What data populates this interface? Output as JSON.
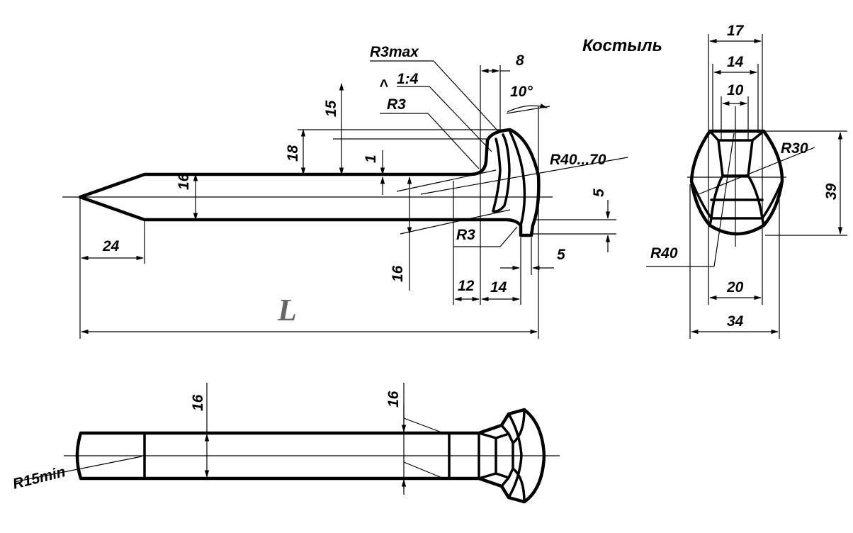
{
  "title": "Костыль",
  "side_view": {
    "d_15": "15",
    "d_18": "18",
    "d_1": "1",
    "d_16_shank": "16",
    "d_16_lower": "16",
    "d_24": "24",
    "d_L": "L",
    "d_12": "12",
    "d_14": "14",
    "d_8": "8",
    "d_5_right": "5",
    "d_5_bottom": "5",
    "d_angle": "10°",
    "d_R3max": "R3max",
    "d_taper": "1:4",
    "d_R3_top": "R3",
    "d_R3_bottom": "R3",
    "d_R40_70": "R40...70"
  },
  "end_view": {
    "d_17": "17",
    "d_14": "14",
    "d_10": "10",
    "d_R30": "R30",
    "d_39": "39",
    "d_R40": "R40",
    "d_20": "20",
    "d_34": "34"
  },
  "top_view": {
    "d_16_left": "16",
    "d_16_right": "16",
    "d_R15min": "R15min"
  }
}
